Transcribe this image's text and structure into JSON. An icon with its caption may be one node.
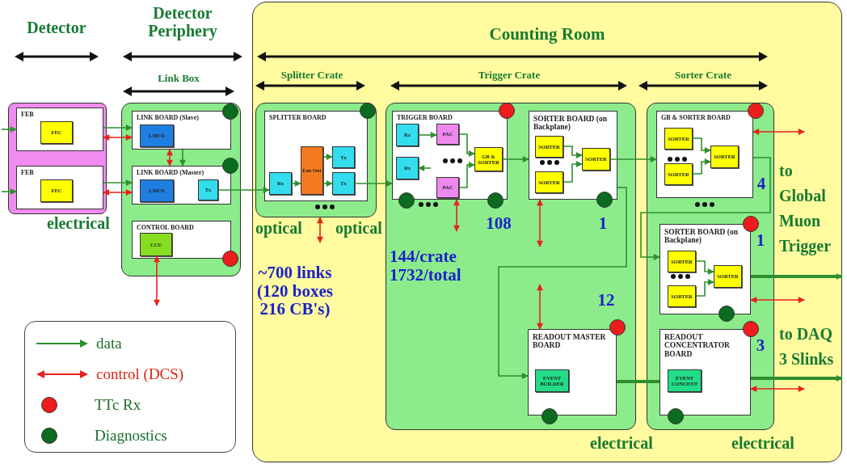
{
  "diagram": {
    "nodes": [
      {
        "text": [
          "Counting Room"
        ]
      },
      {
        "text": [],
        "shape": "box"
      },
      {
        "text": [
          "FEB"
        ],
        "in": 1
      },
      {
        "text": [
          "FEC"
        ],
        "in": 2
      },
      {
        "text": [
          "FEB"
        ],
        "in": 1
      },
      {
        "text": [
          "FEC"
        ],
        "in": 4
      },
      {
        "text": [],
        "shape": "box"
      },
      {
        "text": [
          "LINK BOARD (Slave)"
        ],
        "in": 6
      },
      {
        "text": [
          "LMUX"
        ],
        "in": 7
      },
      {
        "text": [
          "LINK BOARD (Master)"
        ],
        "in": 6
      },
      {
        "text": [
          "LMUX"
        ],
        "in": 9
      },
      {
        "text": [
          "Tx"
        ],
        "in": 9
      },
      {
        "text": [
          "CONTROL BOARD"
        ],
        "in": 6
      },
      {
        "text": [
          "CCU"
        ],
        "in": 12
      },
      {
        "text": [],
        "shape": "box",
        "in": 0
      },
      {
        "text": [
          "SPLITTER BOARD"
        ],
        "in": 14
      },
      {
        "text": [
          "Rx"
        ],
        "in": 15
      },
      {
        "text": [
          "Fan Out"
        ],
        "in": 15
      },
      {
        "text": [
          "Tx"
        ],
        "in": 15
      },
      {
        "text": [
          "Tx"
        ],
        "in": 15
      },
      {
        "text": [],
        "shape": "box",
        "in": 0
      },
      {
        "text": [
          "TRIGGER BOARD"
        ],
        "in": 20
      },
      {
        "text": [
          "Rx"
        ],
        "in": 21
      },
      {
        "text": [
          "Rx"
        ],
        "in": 21
      },
      {
        "text": [
          "PAC"
        ],
        "in": 21
      },
      {
        "text": [
          "PAC"
        ],
        "in": 21
      },
      {
        "text": [
          "GB & SORTER"
        ],
        "in": 21
      },
      {
        "text": [
          "SORTER BOARD (on Backplane)"
        ],
        "in": 20
      },
      {
        "text": [
          "SORTER"
        ],
        "in": 27
      },
      {
        "text": [
          "SORTER"
        ],
        "in": 27
      },
      {
        "text": [
          "SORTER"
        ],
        "in": 27
      },
      {
        "text": [
          "READOUT MASTER BOARD"
        ],
        "in": 20
      },
      {
        "text": [
          "EVENT BUILDER"
        ],
        "in": 31
      },
      {
        "text": [],
        "shape": "box",
        "in": 0
      },
      {
        "text": [
          "GB & SORTER BOARD"
        ],
        "in": 33
      },
      {
        "text": [
          "SORTER"
        ],
        "in": 34
      },
      {
        "text": [
          "SORTER"
        ],
        "in": 34
      },
      {
        "text": [
          "SORTER"
        ],
        "in": 34
      },
      {
        "text": [
          "SORTER BOARD (on Backplane)"
        ],
        "in": 33
      },
      {
        "text": [
          "SORTER"
        ],
        "in": 38
      },
      {
        "text": [
          "SORTER"
        ],
        "in": 38
      },
      {
        "text": [
          "SORTER"
        ],
        "in": 38
      },
      {
        "text": [
          "READOUT CONCENTRATOR BOARD"
        ],
        "in": 33
      },
      {
        "text": [
          "EVENT CONCENT"
        ],
        "in": 42
      }
    ],
    "edges": [
      {
        "from": null,
        "to": 2,
        "arrow": "to"
      },
      {
        "from": null,
        "to": 4,
        "arrow": "to"
      },
      {
        "from": 2,
        "to": 7,
        "arrow": "to"
      },
      {
        "from": 2,
        "to": 7,
        "arrow": "both",
        "color": "#e8211c"
      },
      {
        "from": 4,
        "to": 9,
        "arrow": "to"
      },
      {
        "from": 4,
        "to": 9,
        "arrow": "both",
        "color": "#e8211c"
      },
      {
        "from": 7,
        "to": 9,
        "arrow": "both",
        "color": "#e8211c"
      },
      {
        "from": 7,
        "to": 9,
        "arrow": "to"
      },
      {
        "from": 11,
        "to": 16,
        "arrow": "to"
      },
      {
        "from": 13,
        "to": null,
        "arrow": "both",
        "color": "#e8211c"
      },
      {
        "from": 16,
        "to": 17,
        "arrow": "to"
      },
      {
        "from": 17,
        "to": 18,
        "arrow": "to"
      },
      {
        "from": 17,
        "to": 19,
        "arrow": "to"
      },
      {
        "from": 19,
        "to": 21,
        "arrow": "to"
      },
      {
        "from": 14,
        "to": null,
        "arrow": "both",
        "color": "#e8211c"
      },
      {
        "from": 21,
        "to": null,
        "arrow": "both",
        "color": "#e8211c"
      },
      {
        "from": 22,
        "to": 24,
        "arrow": "to"
      },
      {
        "from": null,
        "to": 23,
        "arrow": "to"
      },
      {
        "from": 24,
        "to": 26,
        "arrow": "to"
      },
      {
        "from": 25,
        "to": 26,
        "arrow": "to"
      },
      {
        "from": 26,
        "to": 27,
        "arrow": "to"
      },
      {
        "from": 28,
        "to": 30,
        "arrow": "to"
      },
      {
        "from": 29,
        "to": 30,
        "arrow": "to"
      },
      {
        "from": 30,
        "to": 34,
        "arrow": "to"
      },
      {
        "from": 27,
        "to": null,
        "arrow": "both",
        "color": "#e8211c"
      },
      {
        "from": 27,
        "to": 31,
        "arrow": "to"
      },
      {
        "from": null,
        "to": 31,
        "arrow": "both",
        "color": "#e8211c"
      },
      {
        "from": 31,
        "to": 42,
        "arrow": "none",
        "style": "thick"
      },
      {
        "from": 35,
        "to": 37,
        "arrow": "to"
      },
      {
        "from": 36,
        "to": 37,
        "arrow": "to"
      },
      {
        "from": 34,
        "to": 38,
        "arrow": "to"
      },
      {
        "from": 38,
        "to": null,
        "arrow": "to",
        "style": "thick"
      },
      {
        "from": 42,
        "to": null,
        "arrow": "to",
        "style": "thick"
      },
      {
        "from": 39,
        "to": 41,
        "arrow": "to"
      },
      {
        "from": 40,
        "to": 41,
        "arrow": "to"
      },
      {
        "from": 34,
        "to": null,
        "arrow": "both",
        "color": "#e8211c"
      },
      {
        "from": 38,
        "to": null,
        "arrow": "both",
        "color": "#e8211c"
      },
      {
        "from": 42,
        "to": null,
        "arrow": "both",
        "color": "#e8211c"
      }
    ],
    "labels": [
      "Detector",
      "Detector Periphery",
      "Link Box",
      "Splitter Crate",
      "Trigger Crate",
      "Sorter Crate",
      "electrical",
      "optical",
      "optical",
      "~700 links (120 boxes 216 CB's)",
      "144/crate 1732/total",
      "108",
      "1",
      "12",
      "4",
      "1",
      "3",
      "to Global Muon Trigger",
      "to DAQ 3 Slinks",
      "electrical",
      "electrical"
    ],
    "legend": [
      {
        "text": "data"
      },
      {
        "text": "control (DCS)"
      },
      {
        "text": "TTc Rx",
        "color": "#ee1c1c"
      },
      {
        "text": "Diagnostics",
        "color": "#0b6b1e"
      }
    ]
  }
}
